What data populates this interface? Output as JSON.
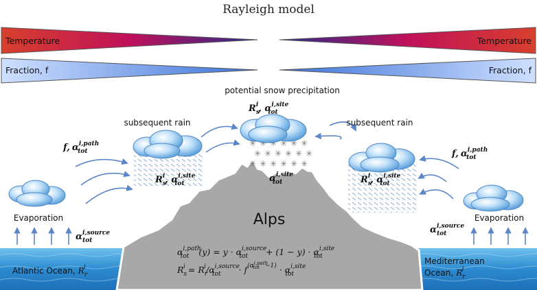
{
  "title": "Rayleigh model",
  "bars": {
    "temperature_left": "Temperature",
    "temperature_right": "Temperature",
    "fraction_left": "Fraction, f",
    "fraction_right": "Fraction, f"
  },
  "labels": {
    "potential_snow": "potential snow precipitation",
    "subsequent_rain_left": "subsequent rain",
    "subsequent_rain_right": "subsequent rain",
    "evaporation_left": "Evaporation",
    "evaporation_right": "Evaporation",
    "alps": "Alps",
    "atlantic": "Atlantic Ocean,",
    "mediterranean_line1": "Mediterranean",
    "mediterranean_line2": "Ocean,"
  },
  "symbols": {
    "Rs": "R",
    "Rs_sup": "i",
    "Rs_sub": "s",
    "alpha": "α",
    "tot": "tot",
    "site": "i,site",
    "path": "i,path",
    "source": "i,source",
    "f": "f,",
    "Rr": "R",
    "Rr_sup": "i",
    "Rr_sub": "r"
  },
  "formulas": {
    "eq1_lhs": "(y) = y · ",
    "eq1_mid": " + (1 − y) · ",
    "eq2_lhs": " = ",
    "eq2_div": "/",
    "eq2_dot": " · f",
    "eq2_exp_open": "(",
    "eq2_exp_close": "−1)",
    "eq2_tail": " · "
  },
  "colors": {
    "temperature_hot": "#c0105a",
    "temperature_warm": "#d8402c",
    "temperature_cold": "#2a2a8a",
    "fraction_light": "#cfe0ff",
    "fraction_dark": "#3c72d8",
    "mountain": "#a8a8a8",
    "ocean": "#3c9ad6",
    "arrow": "#5b86c8",
    "cloud": "#7bb7ea"
  }
}
